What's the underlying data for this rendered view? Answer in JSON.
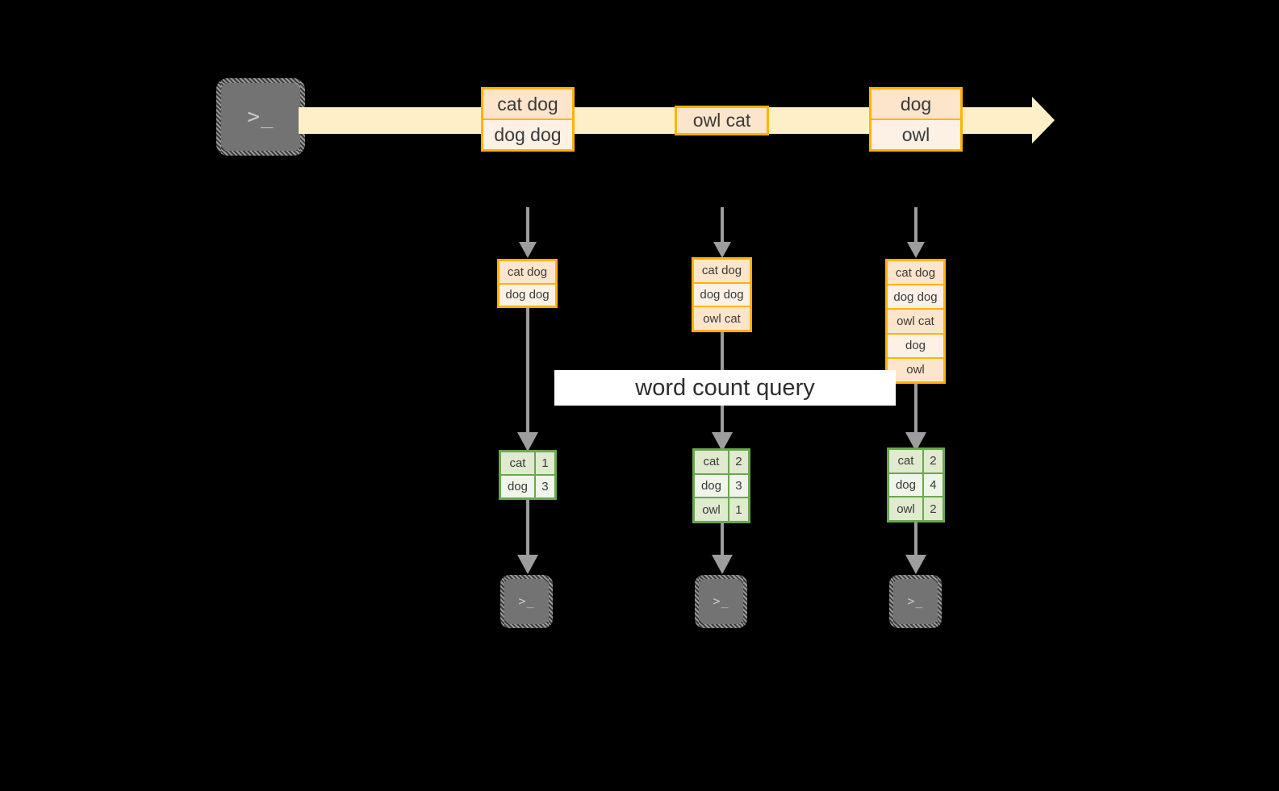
{
  "diagram": {
    "title_banner": "word count query",
    "colors": {
      "event_border": "#ffb300",
      "event_fill_a": "#fde5cb",
      "event_fill_b": "#fdf1e6",
      "stream_fill": "#ffefc9",
      "result_border": "#6aa84f",
      "result_fill_a": "#dfeacf",
      "result_fill_b": "#eff5e8",
      "connector": "#9d9d9d",
      "terminal_fill": "#737373",
      "background": "#000000"
    },
    "source_terminal": {
      "icon": "terminal-prompt-icon",
      "glyph": ">_"
    },
    "stream": {
      "arrow_icon": "stream-arrow-right-icon",
      "events": [
        {
          "lines": [
            "cat dog",
            "dog dog"
          ]
        },
        {
          "lines": [
            "owl cat"
          ]
        },
        {
          "lines": [
            "dog",
            "owl"
          ]
        }
      ]
    },
    "snapshots": [
      {
        "label": "snapshot-1",
        "lines": [
          "cat dog",
          "dog dog"
        ]
      },
      {
        "label": "snapshot-2",
        "lines": [
          "cat dog",
          "dog dog",
          "owl cat"
        ]
      },
      {
        "label": "snapshot-3",
        "lines": [
          "cat dog",
          "dog dog",
          "owl cat",
          "dog",
          "owl"
        ]
      }
    ],
    "results": [
      {
        "label": "result-1",
        "rows": [
          {
            "word": "cat",
            "count": "1"
          },
          {
            "word": "dog",
            "count": "3"
          }
        ]
      },
      {
        "label": "result-2",
        "rows": [
          {
            "word": "cat",
            "count": "2"
          },
          {
            "word": "dog",
            "count": "3"
          },
          {
            "word": "owl",
            "count": "1"
          }
        ]
      },
      {
        "label": "result-3",
        "rows": [
          {
            "word": "cat",
            "count": "2"
          },
          {
            "word": "dog",
            "count": "4"
          },
          {
            "word": "owl",
            "count": "2"
          }
        ]
      }
    ],
    "sink_terminals": [
      {
        "icon": "terminal-prompt-icon",
        "glyph": ">_"
      },
      {
        "icon": "terminal-prompt-icon",
        "glyph": ">_"
      },
      {
        "icon": "terminal-prompt-icon",
        "glyph": ">_"
      }
    ]
  }
}
